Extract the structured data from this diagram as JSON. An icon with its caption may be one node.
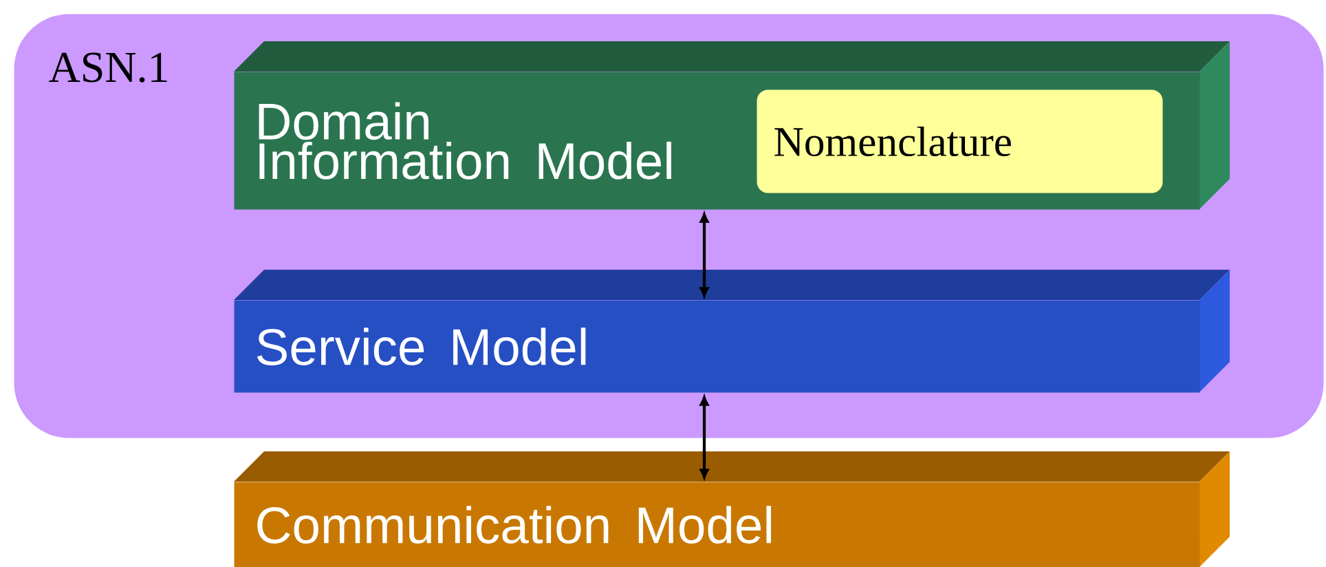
{
  "diagram": {
    "nodes": [
      {
        "text": [
          "ASN.1"
        ]
      },
      {
        "text": [
          "Domain Information Model"
        ],
        "in": 0
      },
      {
        "text": [
          "Nomenclature"
        ],
        "in": 1
      },
      {
        "text": [
          "Service Model"
        ],
        "in": 0
      },
      {
        "text": [
          "Communication Model"
        ]
      }
    ],
    "edges": [
      {
        "from": 1,
        "to": 3,
        "arrow": "both"
      },
      {
        "from": 3,
        "to": 4,
        "arrow": "both"
      }
    ]
  }
}
